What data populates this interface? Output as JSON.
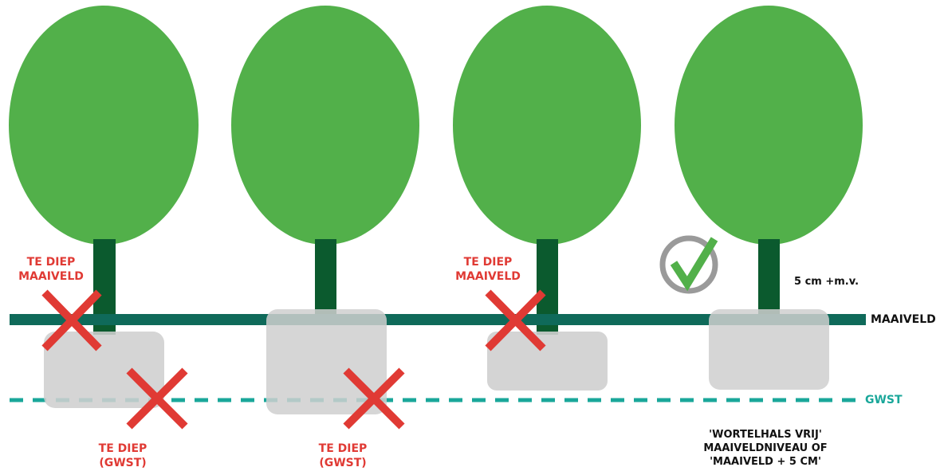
{
  "colors": {
    "foliage": "#52b04a",
    "trunk": "#0b5a2e",
    "ground_line": "#0f6a5a",
    "groundwater_line": "#1aa79a",
    "root_ball": "#cfcfcf",
    "wrong_mark": "#e03a34",
    "check_mark": "#52b04a",
    "check_circle": "#9a9a9a"
  },
  "icons": {
    "wrong": "cross-icon",
    "right": "checkmark-icon"
  },
  "labels": {
    "maaiveld": "MAAIVELD",
    "gwst": "GWST",
    "offset": "5 cm +m.v.",
    "tree1_top_line1": "TE DIEP",
    "tree1_top_line2": "MAAIVELD",
    "tree1_bottom_line1": "TE DIEP",
    "tree1_bottom_line2": "(GWST)",
    "tree2_bottom_line1": "TE DIEP",
    "tree2_bottom_line2": "(GWST)",
    "tree3_top_line1": "TE DIEP",
    "tree3_top_line2": "MAAIVELD",
    "correct_line1": "'WORTELHALS VRIJ'",
    "correct_line2": "MAAIVELDNIVEAU OF",
    "correct_line3": "'MAAIVELD + 5 CM'"
  }
}
